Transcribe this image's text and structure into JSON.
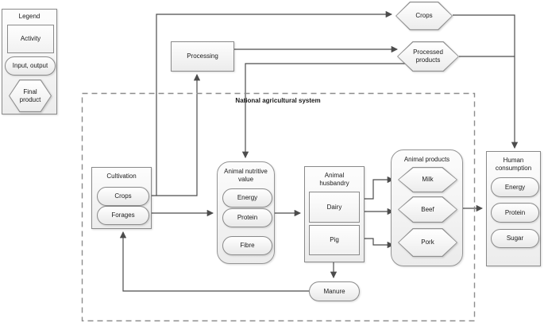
{
  "system": {
    "label": "National agricultural system"
  },
  "legend": {
    "title": "Legend",
    "activity": "Activity",
    "input_output": "Input, output",
    "final_product": "Final product"
  },
  "external": {
    "processing": "Processing",
    "crops": "Crops",
    "processed_products": "Processed products"
  },
  "cultivation": {
    "title": "Cultivation",
    "crops": "Crops",
    "forages": "Forages"
  },
  "nutritive": {
    "title": "Animal nutritive value",
    "energy": "Energy",
    "protein": "Protein",
    "fibre": "Fibre"
  },
  "husbandry": {
    "title": "Animal husbandry",
    "dairy": "Dairy",
    "pig": "Pig"
  },
  "products": {
    "title": "Animal products",
    "milk": "Milk",
    "beef": "Beef",
    "pork": "Pork"
  },
  "consumption": {
    "title": "Human consumption",
    "energy": "Energy",
    "protein": "Protein",
    "sugar": "Sugar"
  },
  "manure": {
    "label": "Manure"
  },
  "colors": {
    "shape_border": "#8a8a8a",
    "connector": "#4c4c4c",
    "dashed_border": "#8c8c8c"
  }
}
